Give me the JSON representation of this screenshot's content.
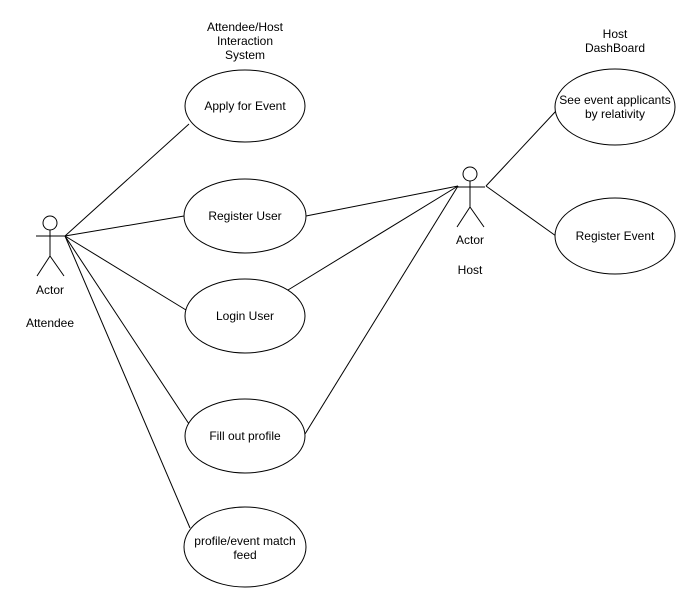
{
  "system_title": [
    "Attendee/Host",
    "Interaction",
    "System"
  ],
  "host_dashboard_title": [
    "Host",
    "DashBoard"
  ],
  "actors": {
    "attendee": {
      "label": "Actor",
      "role": "Attendee"
    },
    "host": {
      "label": "Actor",
      "role": "Host"
    }
  },
  "use_cases": {
    "apply_for_event": [
      "Apply for Event"
    ],
    "register_user": [
      "Register User"
    ],
    "login_user": [
      "Login User"
    ],
    "fill_out_profile": [
      "Fill out profile"
    ],
    "profile_event_match_feed": [
      "profile/event match",
      "feed"
    ],
    "see_event_applicants": [
      "See event applicants",
      "by relativity"
    ],
    "register_event": [
      "Register Event"
    ]
  },
  "colors": {
    "line": "#000000",
    "background": "#ffffff"
  }
}
